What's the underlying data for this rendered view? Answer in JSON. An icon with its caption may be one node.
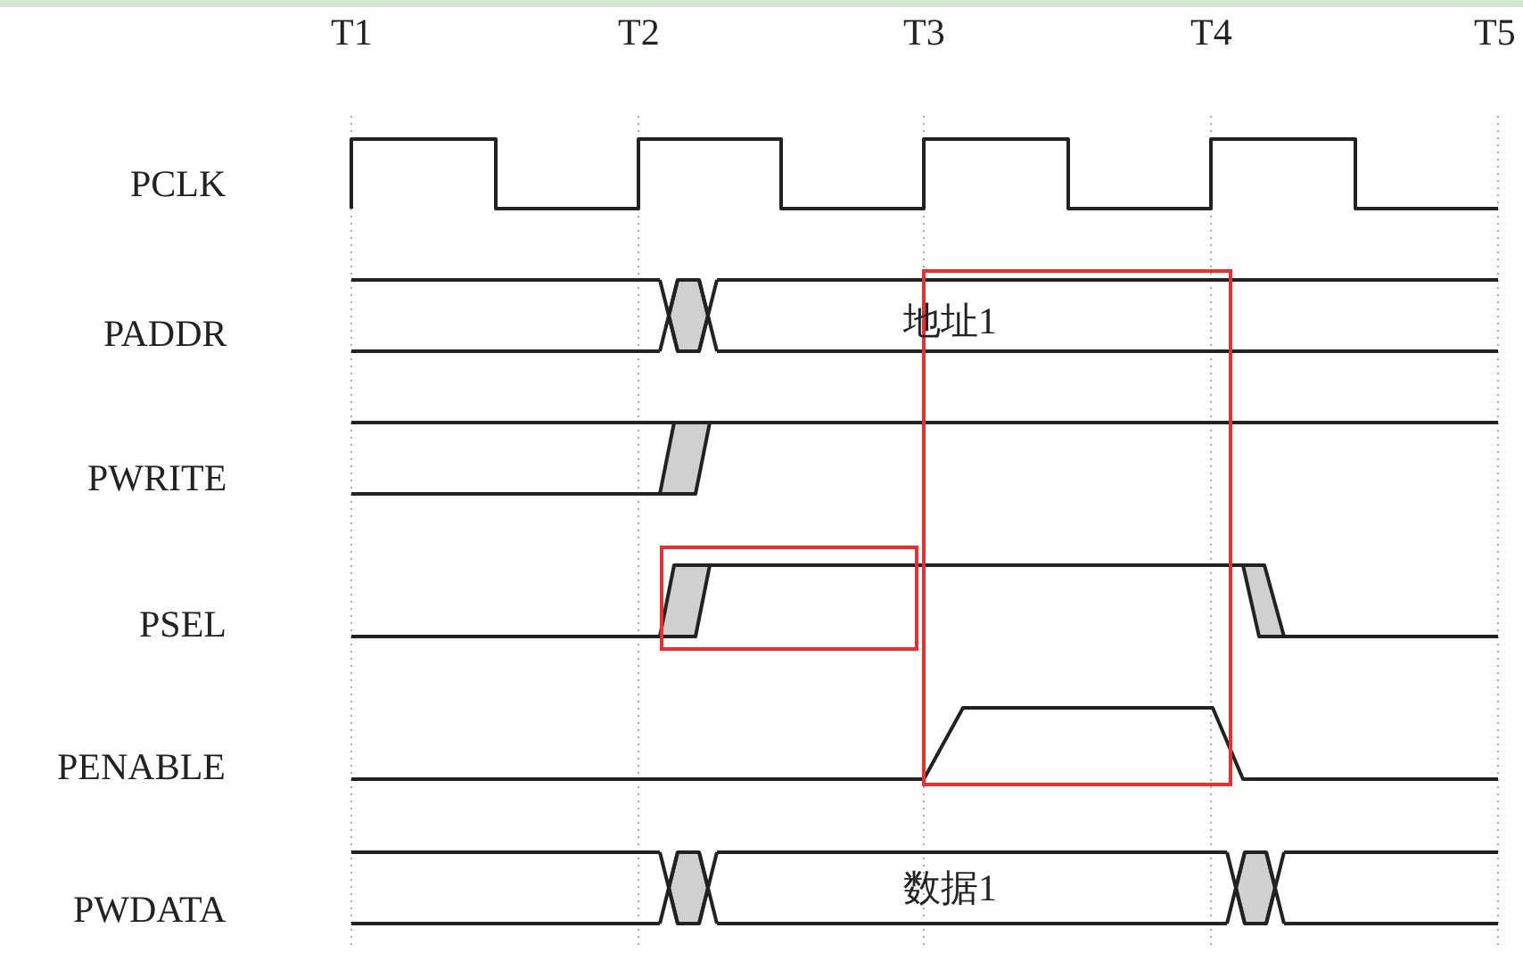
{
  "diagram": {
    "labels": [
      "T1",
      "T2",
      "T3",
      "T4",
      "T5",
      "PCLK",
      "PADDR",
      "地址1",
      "PWRITE",
      "PSEL",
      "PENABLE",
      "PWDATA",
      "数据1"
    ]
  }
}
